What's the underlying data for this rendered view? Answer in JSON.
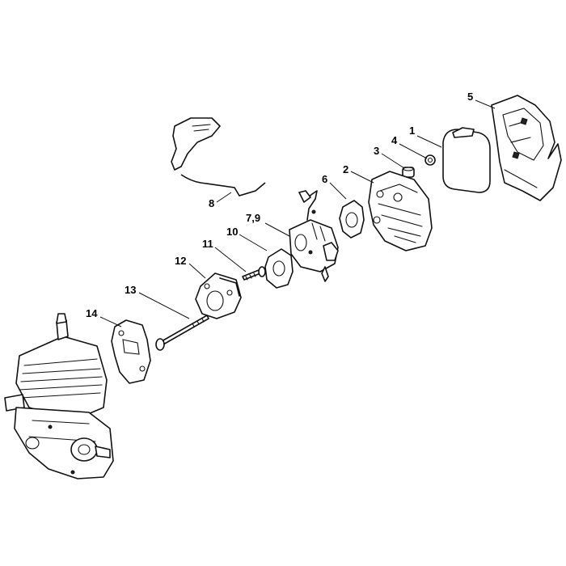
{
  "labels": {
    "p1": "1",
    "p2": "2",
    "p3": "3",
    "p4": "4",
    "p5": "5",
    "p6": "6",
    "p7_9": "7,9",
    "p8": "8",
    "p10": "10",
    "p11": "11",
    "p12": "12",
    "p13": "13",
    "p14": "14"
  }
}
